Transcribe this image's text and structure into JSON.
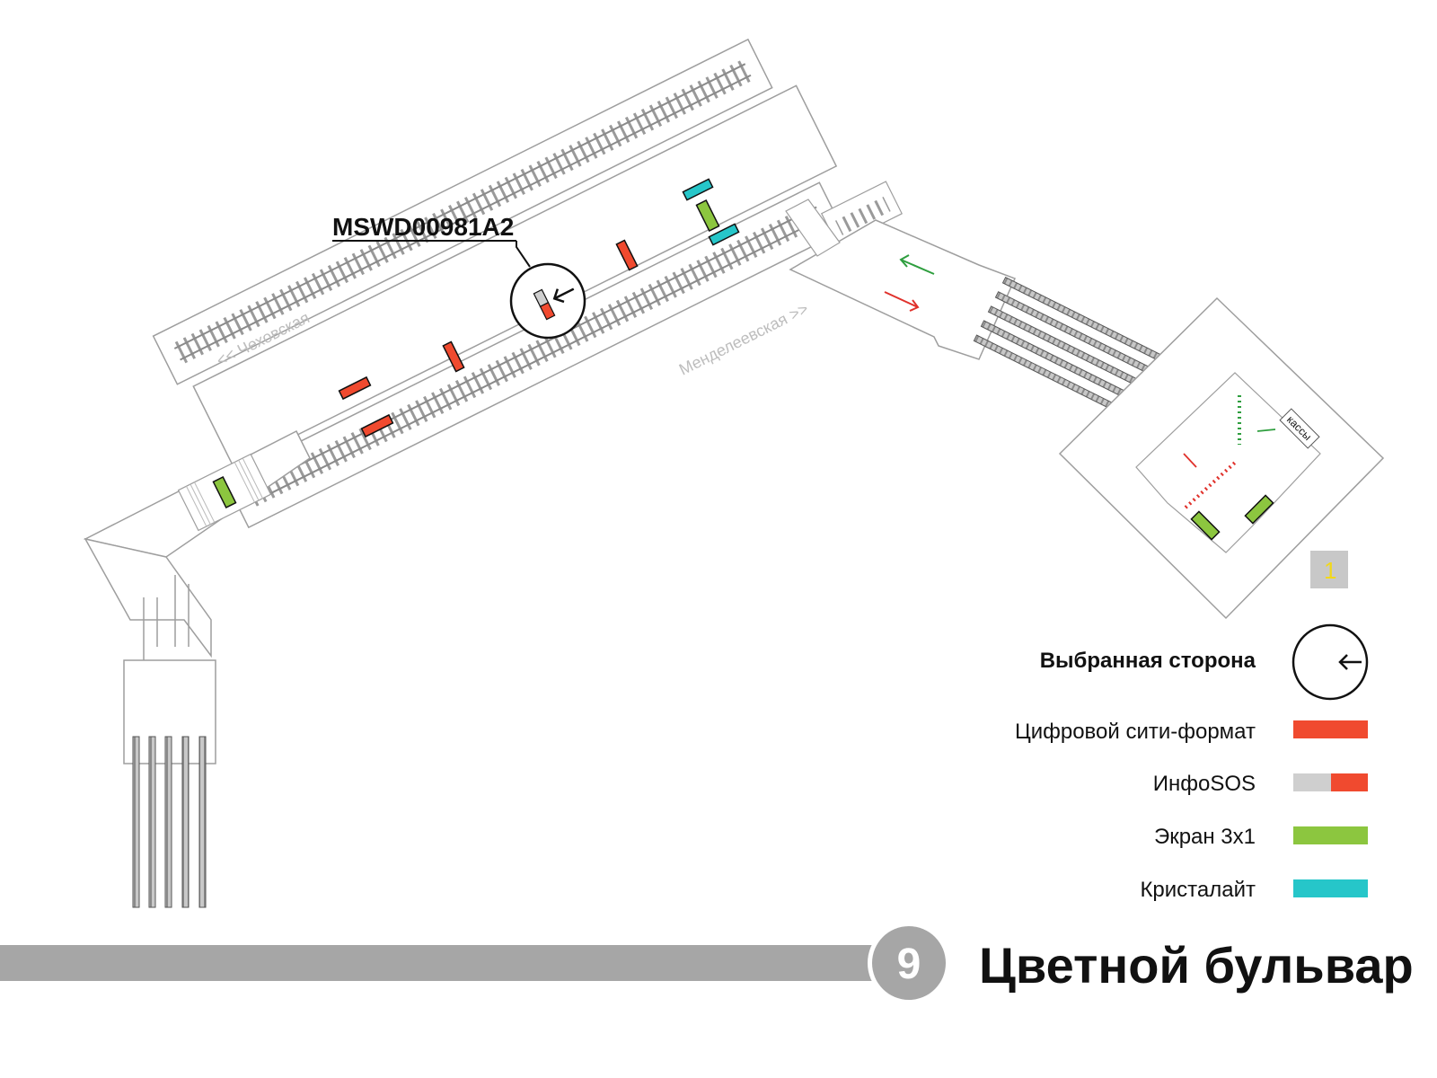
{
  "map": {
    "panel_code": "MSWD00981A2",
    "track_labels": {
      "upper": "<< Чеховская",
      "lower": "Менделеевская >>"
    },
    "kassy": "кассы",
    "exit_number": "1"
  },
  "legend": {
    "selected_side": "Выбранная сторона",
    "items": [
      {
        "label": "Цифровой сити-формат",
        "color": "#f04a2f"
      },
      {
        "label": "ИнфоSOS",
        "color_left": "#cfcfcf",
        "color_right": "#f04a2f"
      },
      {
        "label": "Экран 3х1",
        "color": "#8cc63f"
      },
      {
        "label": "Кристалайт",
        "color": "#26c6c9"
      }
    ]
  },
  "station": {
    "line_number": "9",
    "name": "Цветной бульвар",
    "line_color": "#a6a6a6"
  }
}
